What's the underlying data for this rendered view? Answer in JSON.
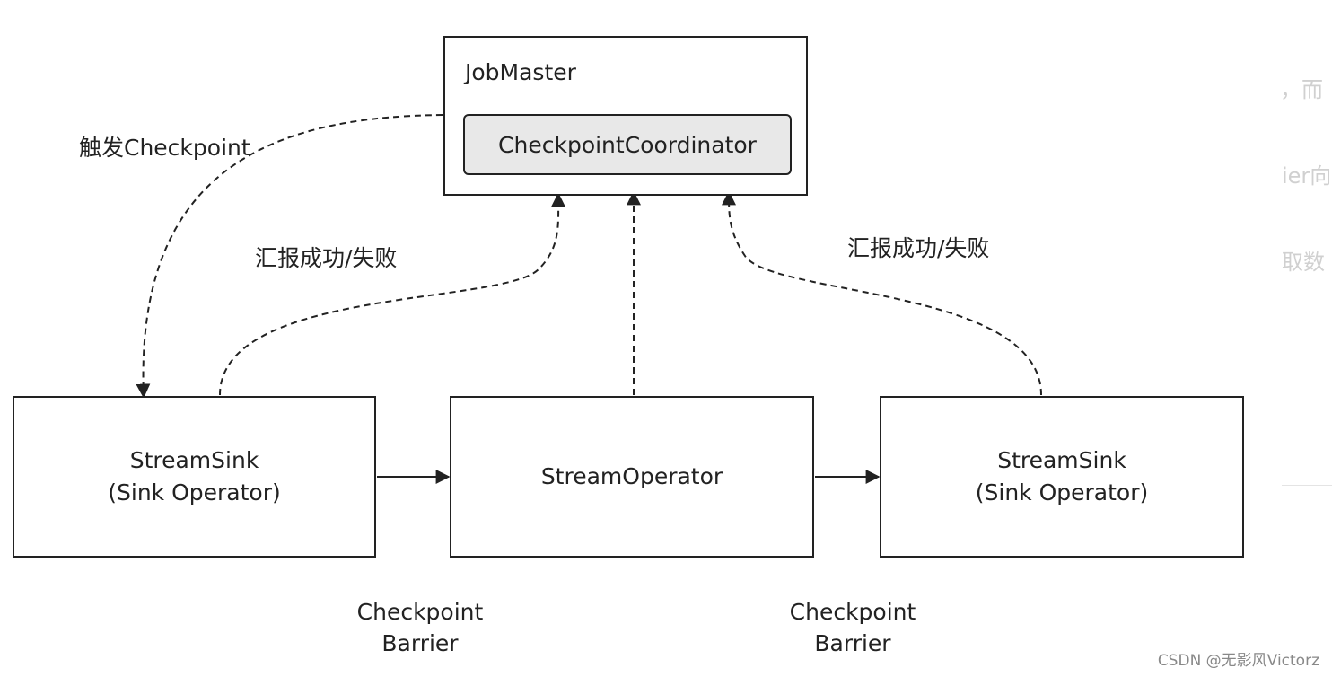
{
  "jobmaster": {
    "title": "JobMaster",
    "coordinator_label": "CheckpointCoordinator"
  },
  "operators": {
    "left": {
      "name": "StreamSink",
      "sub": "(Sink Operator)"
    },
    "middle": {
      "name": "StreamOperator"
    },
    "right": {
      "name": "StreamSink",
      "sub": "(Sink Operator)"
    }
  },
  "labels": {
    "trigger": "触发Checkpoint",
    "report_left": "汇报成功/失败",
    "report_right": "汇报成功/失败",
    "barrier_left_1": "Checkpoint",
    "barrier_left_2": "Barrier",
    "barrier_right_1": "Checkpoint",
    "barrier_right_2": "Barrier"
  },
  "ghost_text": {
    "line1": "，而",
    "line2": "ier向",
    "line3": "取数"
  },
  "watermark": "CSDN @无影风Victorz"
}
